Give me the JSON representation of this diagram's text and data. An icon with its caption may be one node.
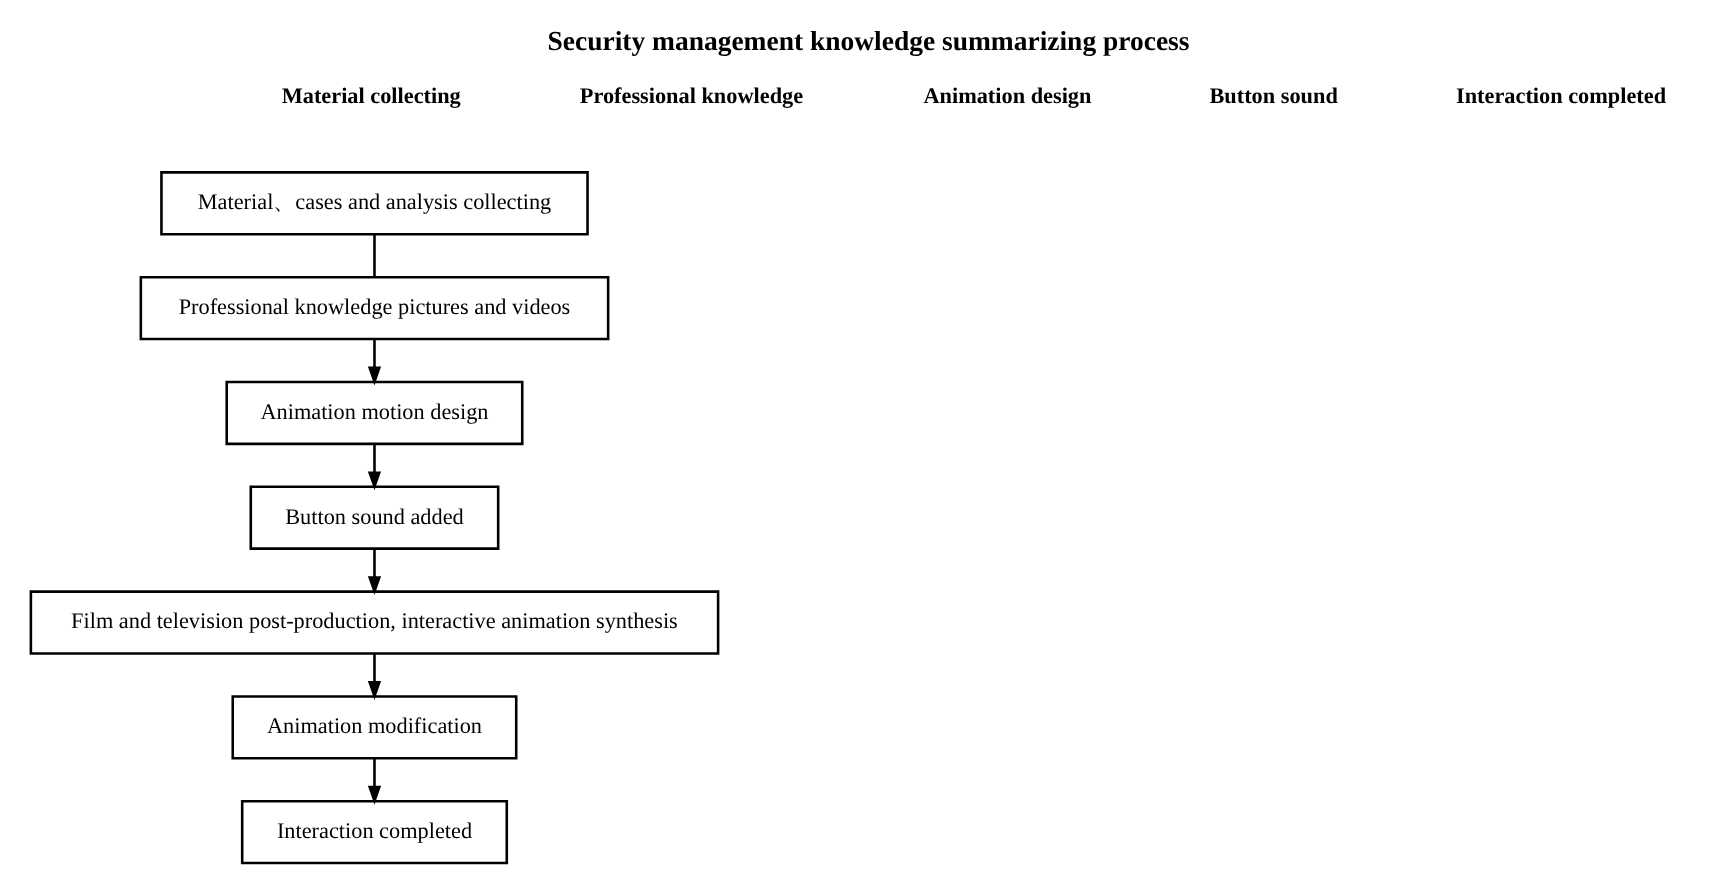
{
  "diagram": {
    "title": "Security management knowledge summarizing process",
    "nodes": [
      {
        "text": [
          "Material、cases and analysis collecting"
        ]
      },
      {
        "text": [
          "Professional knowledge pictures and videos"
        ]
      },
      {
        "text": [
          "Animation motion design"
        ]
      },
      {
        "text": [
          "Button sound added"
        ]
      },
      {
        "text": [
          "Film and television post-production, interactive animation synthesis"
        ]
      },
      {
        "text": [
          "Animation modification"
        ]
      },
      {
        "text": [
          "Interaction completed"
        ]
      }
    ],
    "edges": [
      {
        "from": 0,
        "to": 1,
        "arrow": "none"
      },
      {
        "from": 1,
        "to": 2,
        "arrow": "to"
      },
      {
        "from": 2,
        "to": 3,
        "arrow": "to"
      },
      {
        "from": 3,
        "to": 4,
        "arrow": "to"
      },
      {
        "from": 4,
        "to": 5,
        "arrow": "to"
      },
      {
        "from": 5,
        "to": 6,
        "arrow": "to"
      }
    ],
    "labels": [
      "Material collecting",
      "Professional knowledge",
      "Animation design",
      "Button sound",
      "Interaction completed"
    ]
  }
}
